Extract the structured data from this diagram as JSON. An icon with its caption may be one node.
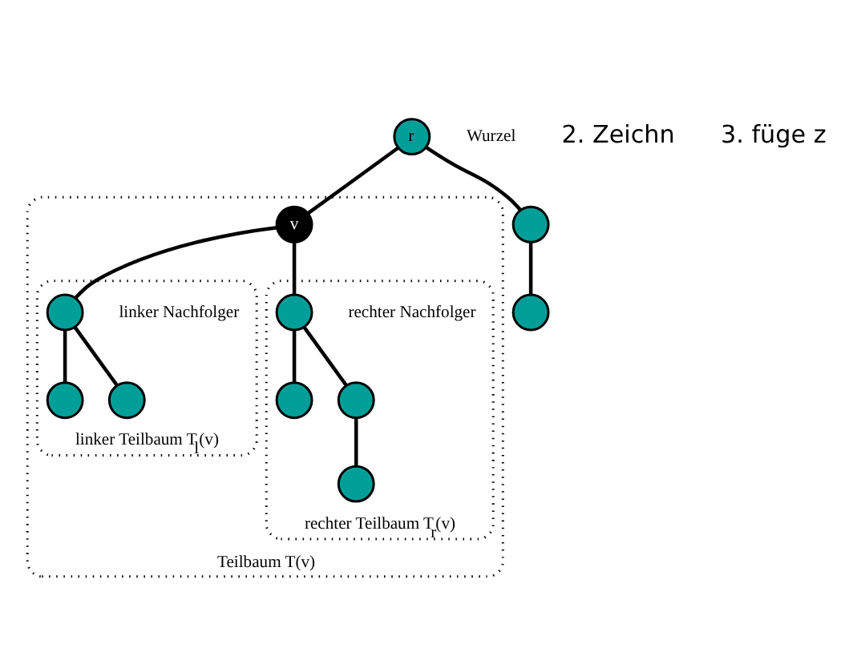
{
  "diagram": {
    "nodes": [
      {
        "text": [
          "r"
        ],
        "beside": [
          "Wurzel"
        ]
      },
      {
        "text": [],
        "shape": "circle"
      },
      {
        "text": [],
        "shape": "circle"
      },
      {
        "text": [
          "Teilbaum T(v)"
        ]
      },
      {
        "text": [
          "v"
        ],
        "in": 3
      },
      {
        "text": [
          "linker Teilbaum T$_{l}$(v)"
        ],
        "in": 3
      },
      {
        "text": [],
        "shape": "circle",
        "in": 5,
        "beside": [
          "linker Nachfolger"
        ]
      },
      {
        "text": [],
        "shape": "circle",
        "in": 5
      },
      {
        "text": [],
        "shape": "circle",
        "in": 5
      },
      {
        "text": [
          "rechter Teilbaum T$_{r}$(v)"
        ],
        "in": 3
      },
      {
        "text": [],
        "shape": "circle",
        "in": 9,
        "beside": [
          "rechter Nachfolger"
        ]
      },
      {
        "text": [],
        "shape": "circle",
        "in": 9
      },
      {
        "text": [],
        "shape": "circle",
        "in": 9
      },
      {
        "text": [],
        "shape": "circle",
        "in": 9
      }
    ],
    "edges": [
      {
        "from": 0,
        "to": 1,
        "arrow": "none"
      },
      {
        "from": 0,
        "to": 4,
        "arrow": "none"
      },
      {
        "from": 1,
        "to": 2,
        "arrow": "none"
      },
      {
        "from": 4,
        "to": 6,
        "arrow": "none"
      },
      {
        "from": 4,
        "to": 10,
        "arrow": "none"
      },
      {
        "from": 6,
        "to": 7,
        "arrow": "none"
      },
      {
        "from": 6,
        "to": 8,
        "arrow": "none"
      },
      {
        "from": 10,
        "to": 11,
        "arrow": "none"
      },
      {
        "from": 10,
        "to": 12,
        "arrow": "none"
      },
      {
        "from": 12,
        "to": 13,
        "arrow": "none"
      }
    ],
    "labels": [
      "2. Zeichn",
      "3. füge z"
    ]
  }
}
